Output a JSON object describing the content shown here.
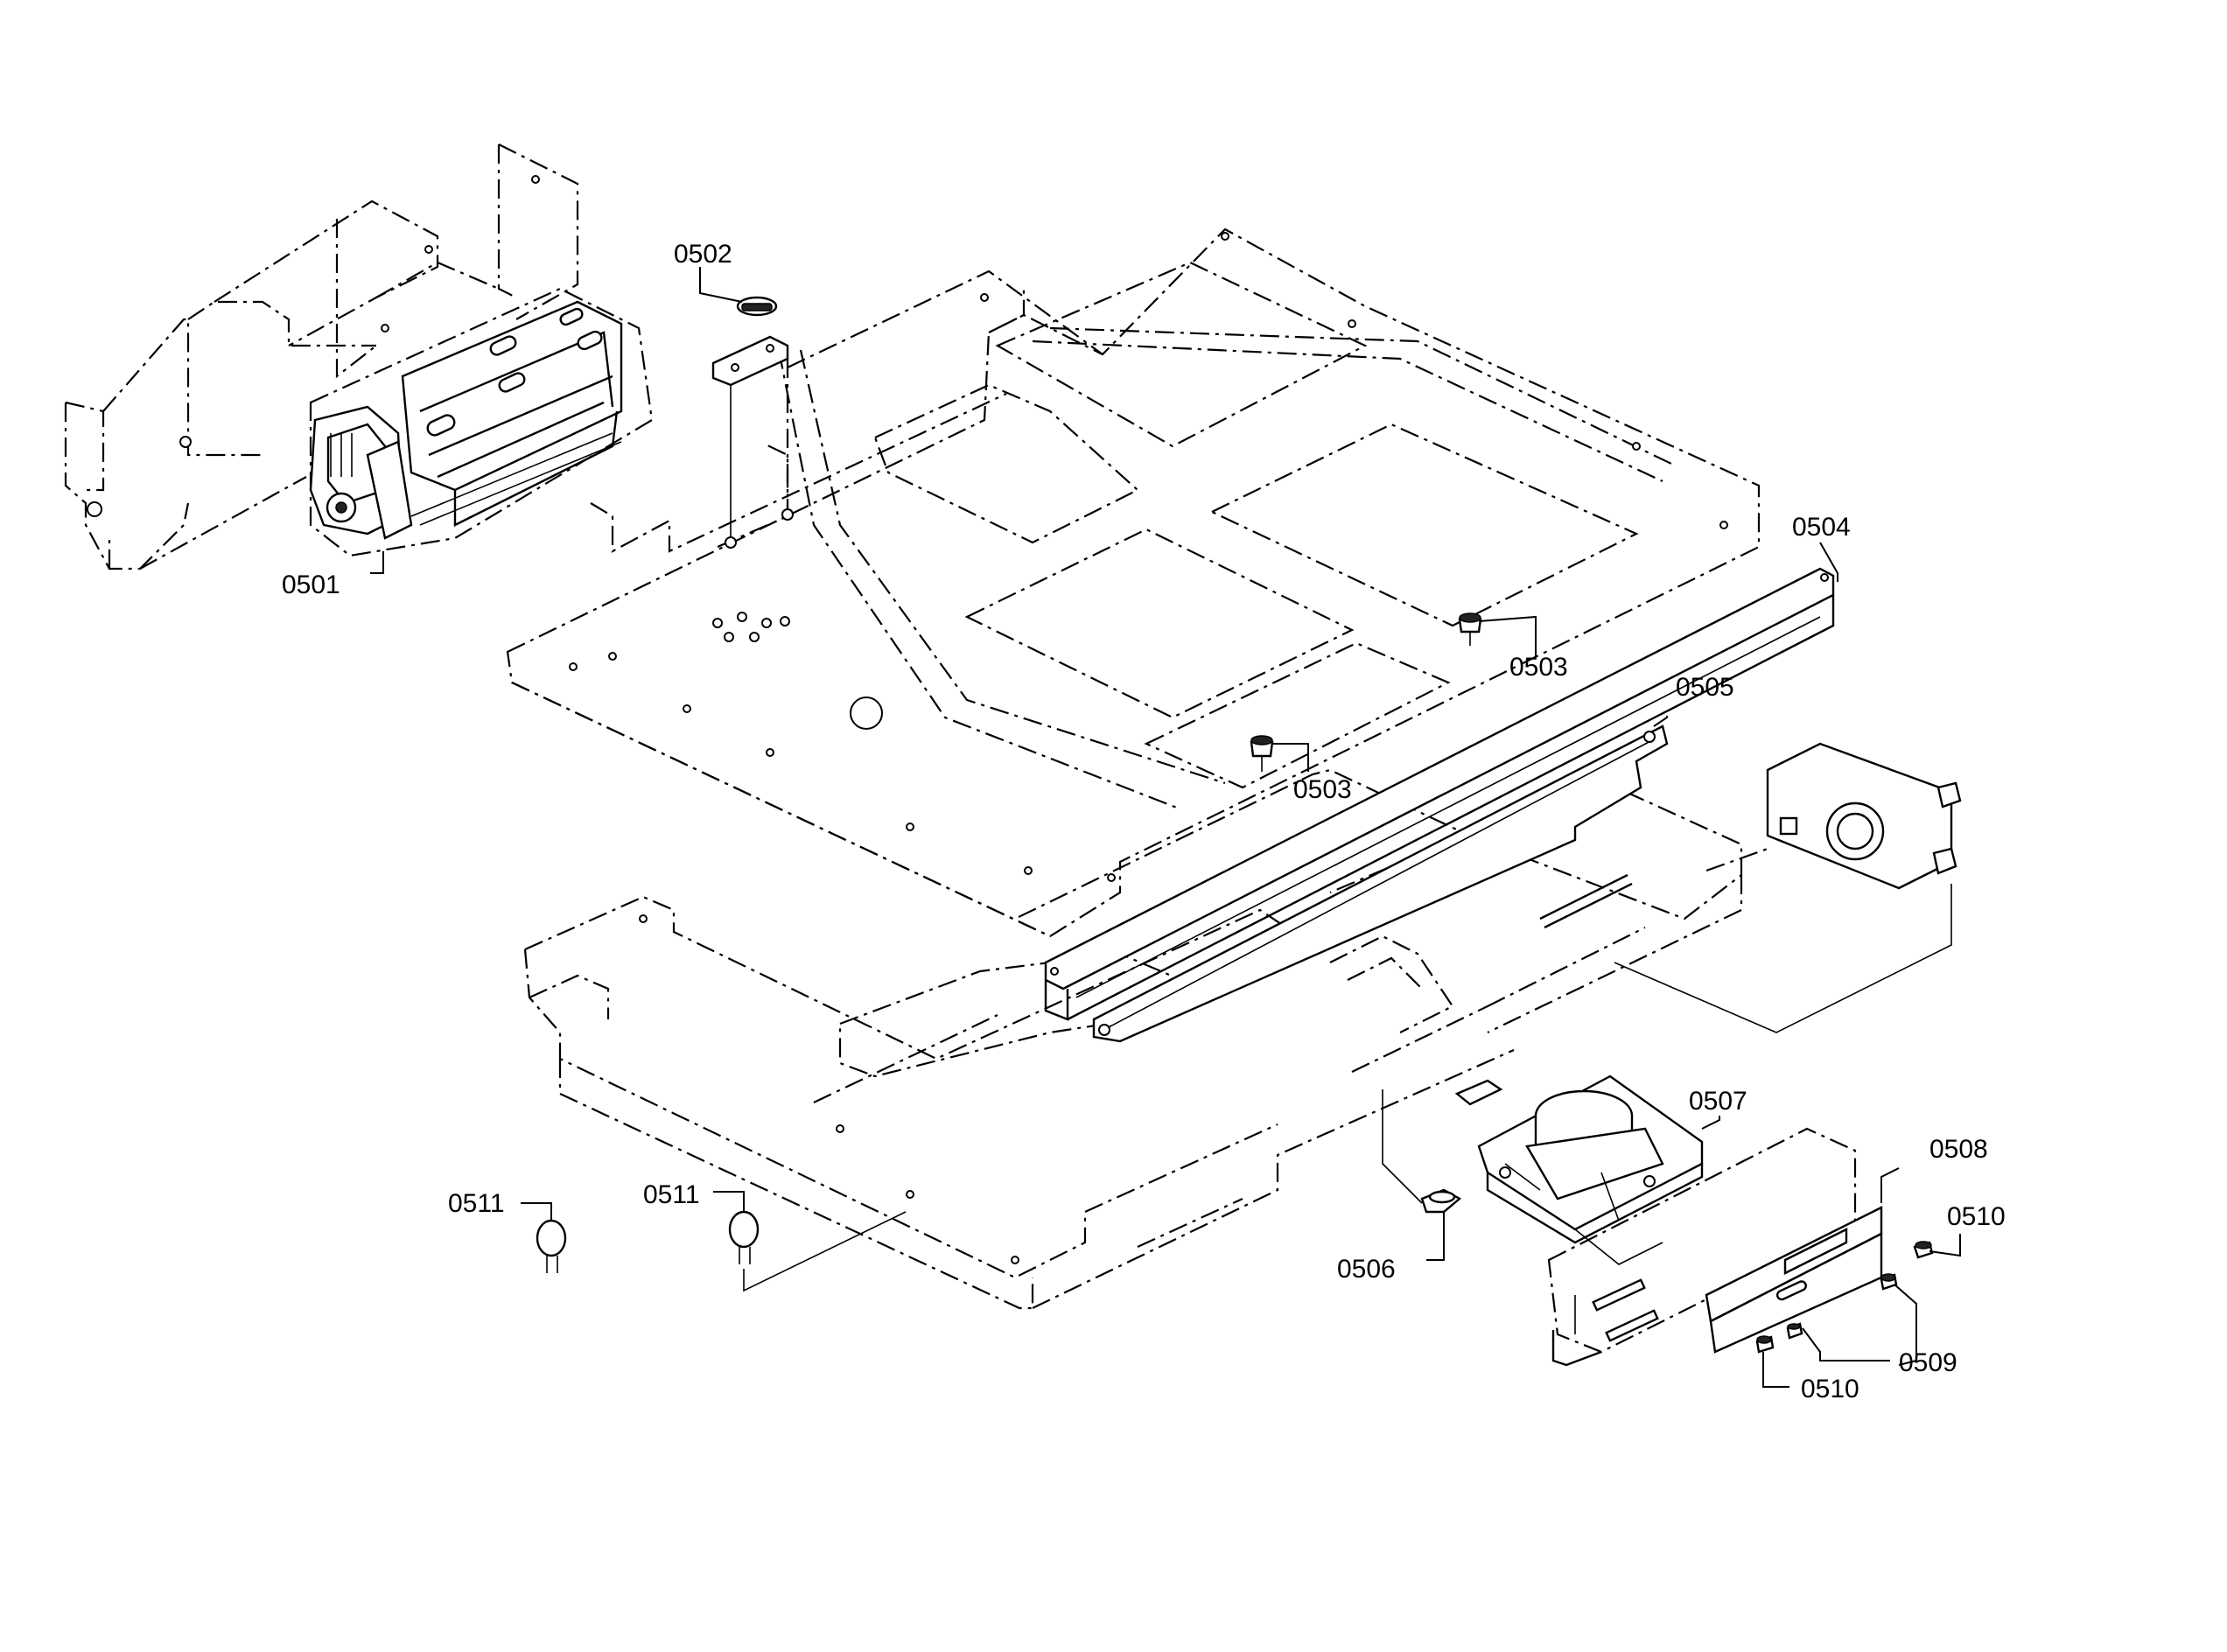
{
  "diagram": {
    "labels": {
      "p0501": "0501",
      "p0502": "0502",
      "p0503a": "0503",
      "p0503b": "0503",
      "p0504": "0504",
      "p0505": "0505",
      "p0506": "0506",
      "p0507": "0507",
      "p0508": "0508",
      "p0509": "0509",
      "p0510a": "0510",
      "p0510b": "0510",
      "p0511a": "0511",
      "p0511b": "0511"
    }
  }
}
